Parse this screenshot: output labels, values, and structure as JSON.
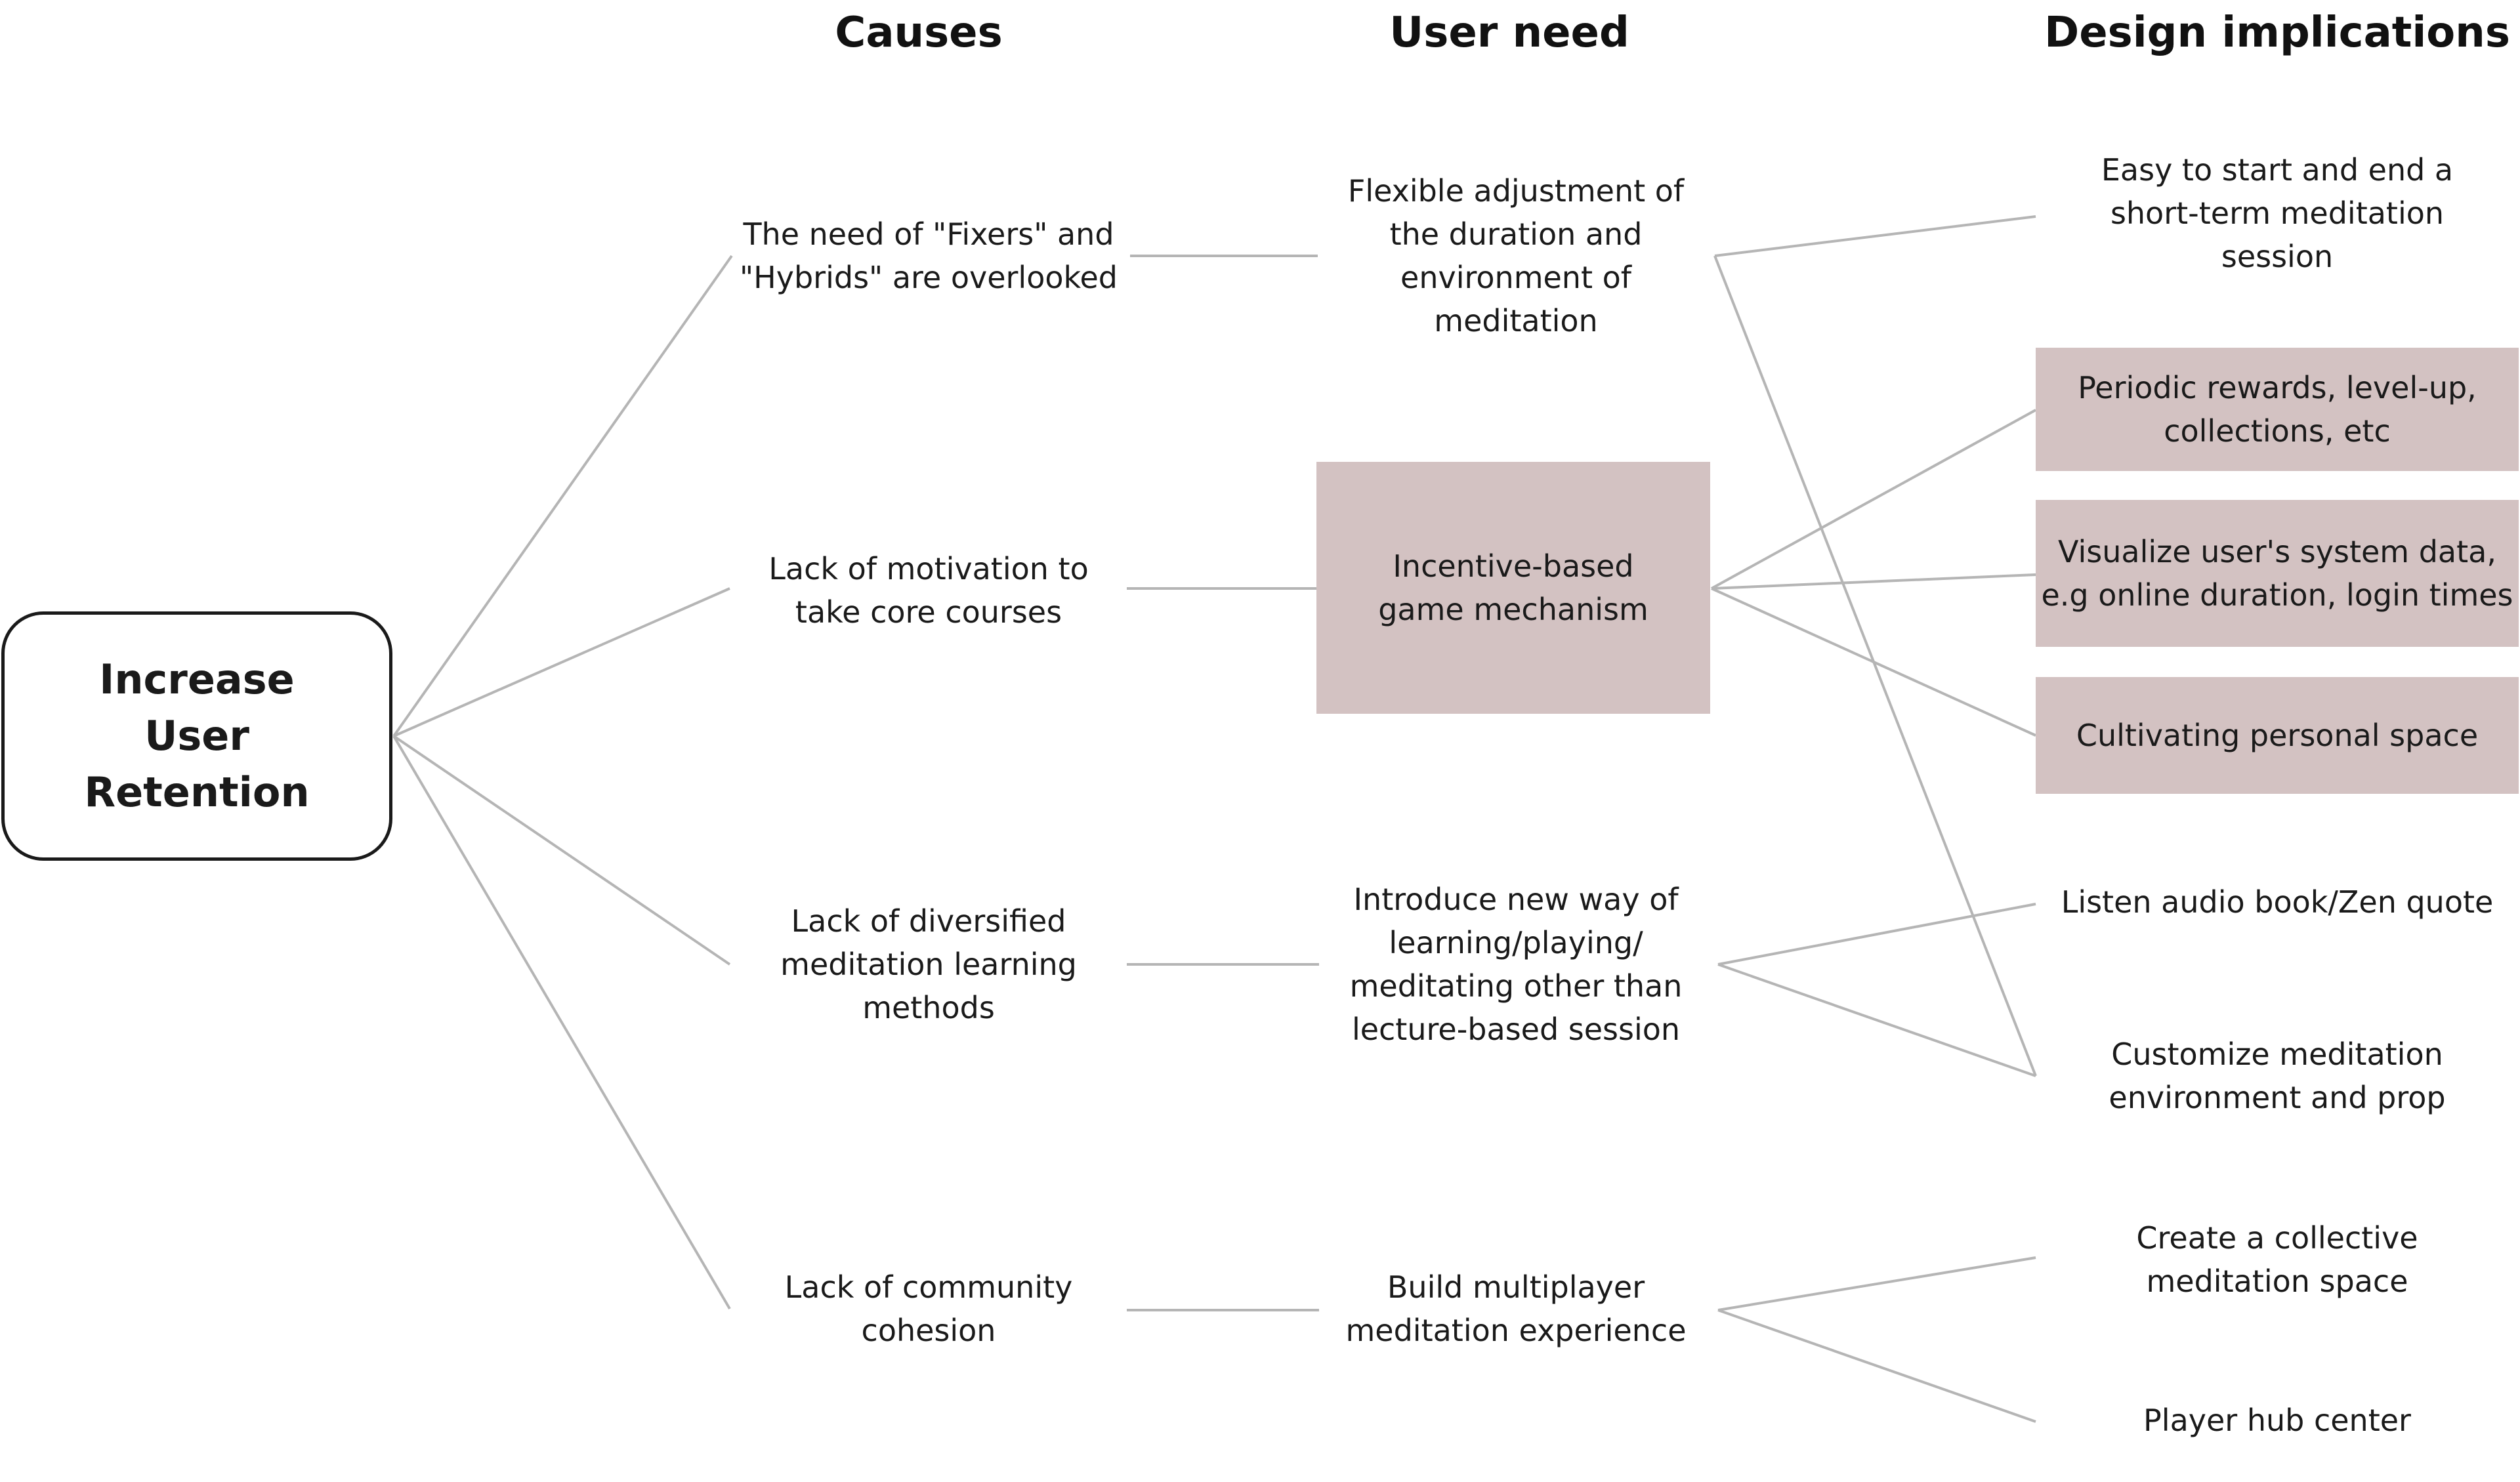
{
  "columns": {
    "causes": "Causes",
    "user_need": "User need",
    "design_implications": "Design implications"
  },
  "root": {
    "label": "Increase User Retention"
  },
  "causes": [
    "The need of \"Fixers\" and \"Hybrids\" are overlooked",
    "Lack of motivation to take core courses",
    "Lack of diversified meditation learning methods",
    "Lack of community cohesion"
  ],
  "needs": [
    "Flexible adjustment of the duration and environment of meditation",
    "Incentive-based game mechanism",
    "Introduce new way of learning/playing/ meditating other than lecture-based session",
    "Build multiplayer meditation experience"
  ],
  "implications": [
    "Easy to start and end a short-term meditation session",
    "Periodic rewards, level-up, collections, etc",
    "Visualize user's system data, e.g online duration, login times",
    "Cultivating personal space",
    "Listen audio book/Zen quote",
    "Customize meditation environment and prop",
    "Create a collective meditation space",
    "Player hub center"
  ],
  "colors": {
    "line": "#b5b5b5",
    "highlight": "#d3c2c2",
    "text": "#1a1a1a"
  }
}
